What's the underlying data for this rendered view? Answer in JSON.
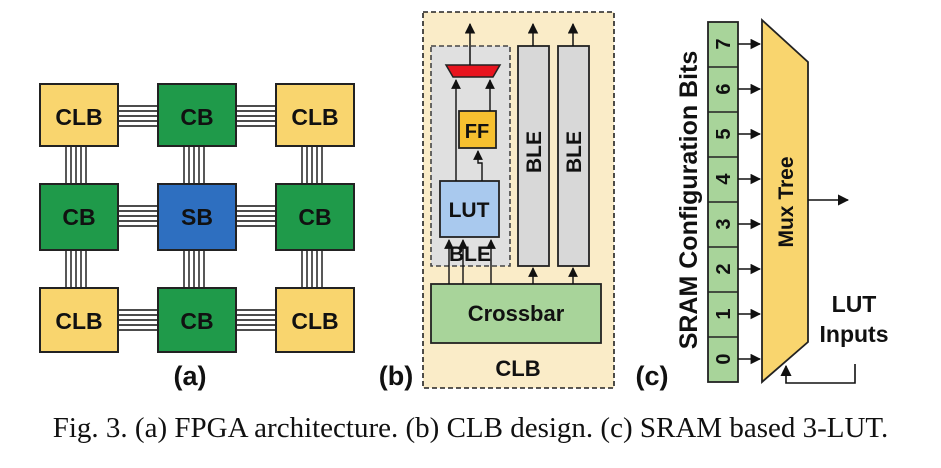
{
  "panel_a": {
    "clb": "CLB",
    "cb": "CB",
    "sb": "SB",
    "tag": "(a)"
  },
  "panel_b": {
    "ff": "FF",
    "lut": "LUT",
    "ble": "BLE",
    "crossbar": "Crossbar",
    "clb": "CLB",
    "tag": "(b)"
  },
  "panel_c": {
    "sram_label": "SRAM Configuration Bits",
    "bits": [
      "0",
      "1",
      "2",
      "3",
      "4",
      "5",
      "6",
      "7"
    ],
    "mux": "Mux Tree",
    "lut_inputs_line1": "LUT",
    "lut_inputs_line2": "Inputs",
    "tag": "(c)"
  },
  "caption": "Fig. 3.  (a) FPGA architecture. (b) CLB design. (c) SRAM based 3-LUT.",
  "colors": {
    "clb_fill": "#f9d56e",
    "cb_fill": "#1f9a4a",
    "sb_fill": "#2e6fc0",
    "clb_panel_fill": "#faecc8",
    "ble_fill": "#d8d8d8",
    "lut_fill": "#a9c9ee",
    "ff_fill": "#f6c030",
    "mux_fill": "#e8141e",
    "crossbar_fill": "#a8d49a",
    "sram_fill": "#a8d49a",
    "mux_tree_fill": "#f9d56e"
  }
}
